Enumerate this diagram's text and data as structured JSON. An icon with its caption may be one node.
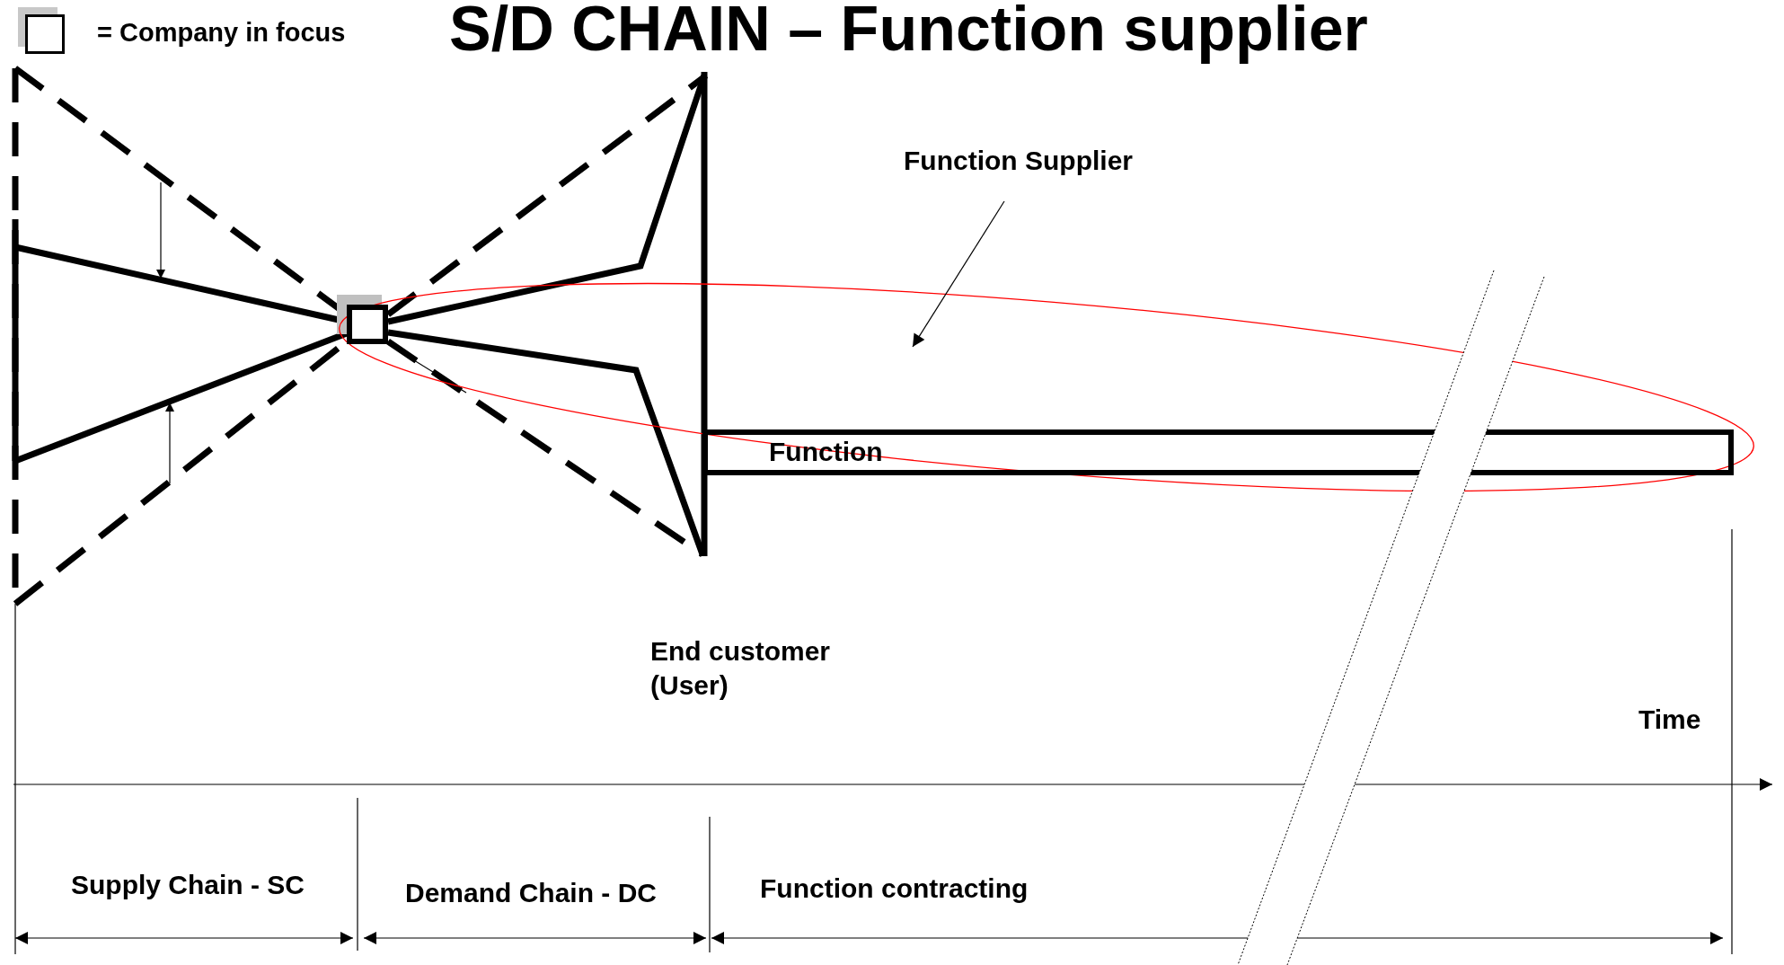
{
  "diagram": {
    "title": "S/D CHAIN – Function supplier",
    "nodes": [
      {
        "text": [],
        "shape": "box",
        "in": 2
      },
      {
        "text": [
          "Function Supplier"
        ]
      },
      {
        "text": [],
        "shape": "ellipse"
      },
      {
        "text": [
          "Function"
        ],
        "in": 2
      }
    ],
    "edges": [
      {
        "from": 1,
        "to": 2,
        "arrow": "to"
      }
    ],
    "labels": [
      "End customer (User)",
      "Time",
      "Supply Chain - SC",
      "Demand Chain - DC",
      "Function contracting"
    ],
    "legend": [
      {
        "text": "= Company in focus"
      }
    ]
  }
}
